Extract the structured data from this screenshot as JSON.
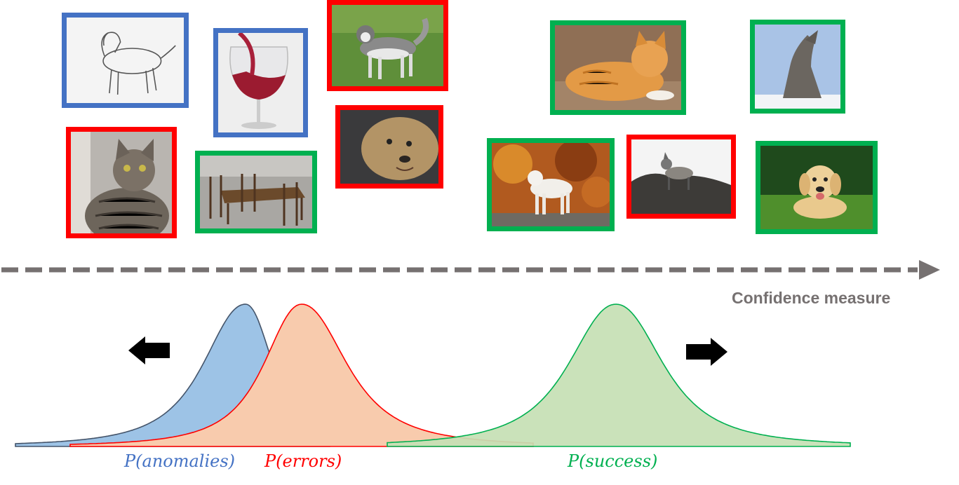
{
  "colors": {
    "ood": "#4472C4",
    "error": "#FF0000",
    "success": "#00B050",
    "axis": "#767171",
    "arrow": "#000000",
    "fill_anomalies": "#9DC3E6",
    "fill_errors": "#F8CBAD",
    "fill_success": "#C5E0B4",
    "stroke_anomalies": "#44546A"
  },
  "images": [
    {
      "name": "dog-sketch",
      "frame": "ood"
    },
    {
      "name": "wine-glass",
      "frame": "ood"
    },
    {
      "name": "husky-on-grass",
      "frame": "error"
    },
    {
      "name": "tabby-cat",
      "frame": "error"
    },
    {
      "name": "wooden-table-chairs",
      "frame": "success"
    },
    {
      "name": "curly-dog",
      "frame": "error"
    },
    {
      "name": "orange-cat-lying",
      "frame": "success"
    },
    {
      "name": "howling-wolf",
      "frame": "success"
    },
    {
      "name": "white-wolf-autumn",
      "frame": "success"
    },
    {
      "name": "wolfdog-on-rocks",
      "frame": "error"
    },
    {
      "name": "golden-puppy-grass",
      "frame": "success"
    }
  ],
  "axis": {
    "label": "Confidence measure"
  },
  "distributions": [
    {
      "key": "anomalies",
      "label": "P(anomalies)"
    },
    {
      "key": "errors",
      "label": "P(errors)"
    },
    {
      "key": "success",
      "label": "P(success)"
    }
  ]
}
